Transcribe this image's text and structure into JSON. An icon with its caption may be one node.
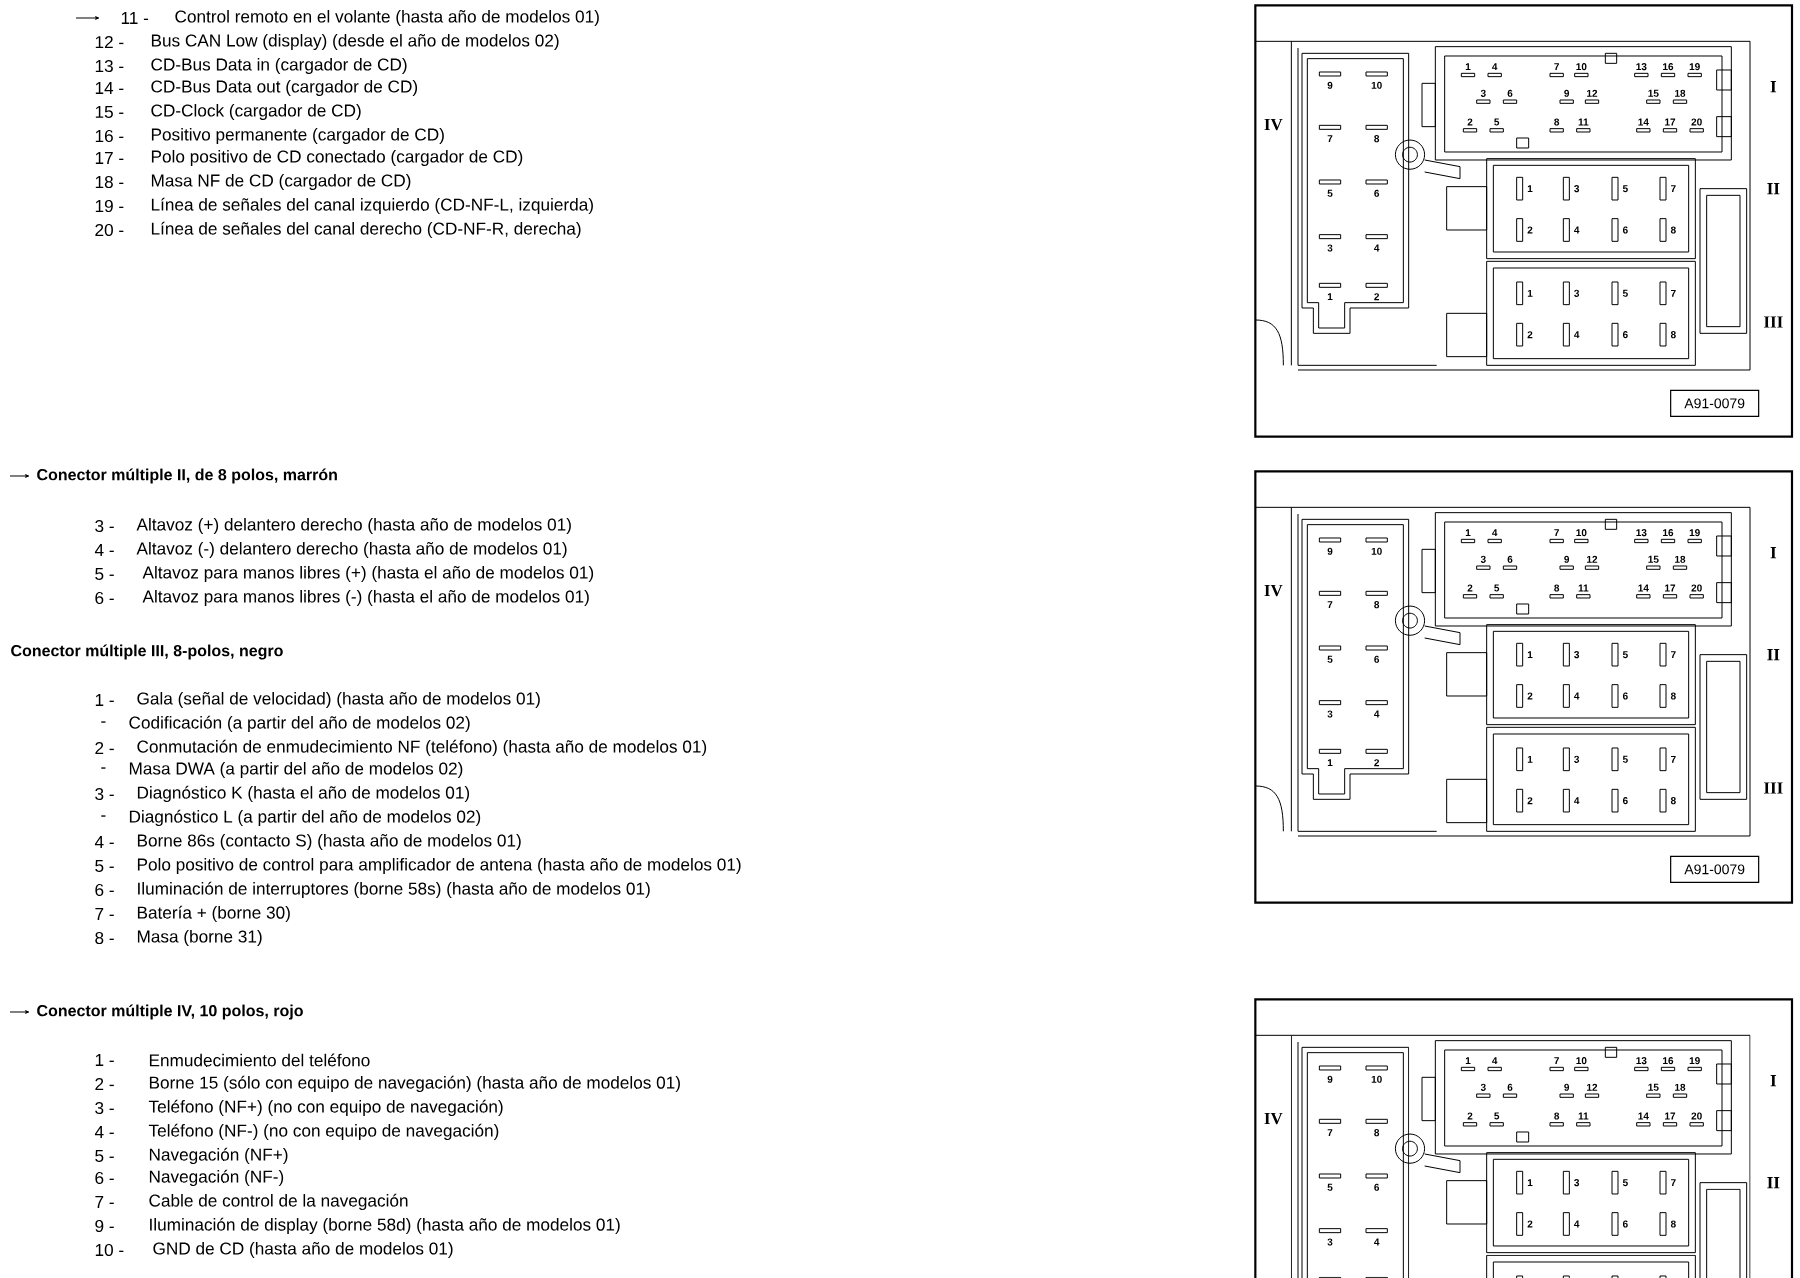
{
  "diagram": {
    "nodes": [
      {
        "text": [
          "A91-0079"
        ]
      },
      {
        "text": [
          "A91-0079"
        ]
      }
    ],
    "labels": [
      "11 -",
      "Control remoto en el volante (hasta año de modelos 01)",
      "12 -",
      "Bus CAN Low (display) (desde el año de modelos 02)",
      "13 -",
      "CD-Bus Data in (cargador de CD)",
      "14 -",
      "CD-Bus Data out (cargador de CD)",
      "15 -",
      "CD-Clock (cargador de CD)",
      "16 -",
      "Positivo permanente (cargador de CD)",
      "17 -",
      "Polo positivo de CD conectado (cargador de CD)",
      "18 -",
      "Masa NF de CD (cargador de CD)",
      "19 -",
      "Línea de señales del canal izquierdo (CD-NF-L, izquierda)",
      "20 -",
      "Línea de señales del canal derecho (CD-NF-R, derecha)",
      "Conector múltiple II, de 8 polos, marrón",
      "3 -",
      "Altavoz (+) delantero derecho (hasta año de modelos 01)",
      "4 -",
      "Altavoz (-) delantero derecho (hasta año de modelos 01)",
      "5 -",
      "Altavoz para manos libres (+) (hasta el año de modelos 01)",
      "6 -",
      "Altavoz para manos libres (-) (hasta el año de modelos 01)",
      "Conector múltiple III, 8-polos, negro",
      "1 -",
      "Gala (señal de velocidad) (hasta año de modelos 01)",
      "-",
      "Codificación (a partir del año de modelos 02)",
      "2 -",
      "Conmutación de enmudecimiento NF (teléfono) (hasta año de modelos 01)",
      "-",
      "Masa DWA (a partir del año de modelos 02)",
      "3 -",
      "Diagnóstico K (hasta el año de modelos 01)",
      "-",
      "Diagnóstico L (a partir del año de modelos 02)",
      "4 -",
      "Borne 86s (contacto S) (hasta año de modelos 01)",
      "5 -",
      "Polo positivo de control para amplificador de antena (hasta año de modelos 01)",
      "6 -",
      "Iluminación de interruptores (borne 58s) (hasta año de modelos 01)",
      "7 -",
      "Batería + (borne 30)",
      "8 -",
      "Masa (borne 31)",
      "Conector múltiple IV, 10 polos, rojo",
      "1 -",
      "Enmudecimiento del teléfono",
      "2 -",
      "Borne 15 (sólo con equipo de navegación) (hasta año de modelos 01)",
      "3 -",
      "Teléfono (NF+) (no con equipo de navegación)",
      "4 -",
      "Teléfono (NF-) (no con equipo de navegación)",
      "5 -",
      "Navegación (NF+)",
      "6 -",
      "Navegación (NF-)",
      "7 -",
      "Cable de control de la navegación",
      "9 -",
      "Iluminación de display (borne 58d) (hasta año de modelos 01)",
      "10 -",
      "GND de CD (hasta año de modelos 01)",
      "1",
      "4",
      "7",
      "10",
      "13",
      "16",
      "19",
      "3",
      "6",
      "9",
      "12",
      "15",
      "18",
      "2",
      "5",
      "8",
      "11",
      "14",
      "17",
      "20",
      "I",
      "9",
      "10",
      "7",
      "8",
      "5",
      "6",
      "3",
      "4",
      "1",
      "2",
      "IV",
      "1",
      "3",
      "5",
      "7",
      "2",
      "4",
      "6",
      "8",
      "II",
      "1",
      "3",
      "5",
      "7",
      "2",
      "4",
      "6",
      "8",
      "III",
      "1",
      "4",
      "7",
      "10",
      "13",
      "16",
      "19",
      "3",
      "6",
      "9",
      "12",
      "15",
      "18",
      "2",
      "5",
      "8",
      "11",
      "14",
      "17",
      "20",
      "I",
      "9",
      "10",
      "7",
      "8",
      "5",
      "6",
      "3",
      "4",
      "1",
      "2",
      "IV",
      "1",
      "3",
      "5",
      "7",
      "2",
      "4",
      "6",
      "8",
      "II",
      "1",
      "3",
      "5",
      "7",
      "2",
      "4",
      "6",
      "8",
      "III",
      "1",
      "4",
      "7",
      "10",
      "13",
      "16",
      "19",
      "3",
      "6",
      "9",
      "12",
      "15",
      "18",
      "2",
      "5",
      "8",
      "11",
      "14",
      "17",
      "20",
      "I",
      "9",
      "10",
      "7",
      "8",
      "5",
      "6",
      "3",
      "4",
      "IV",
      "1",
      "3",
      "5",
      "7",
      "2",
      "4",
      "6",
      "8",
      "II"
    ]
  }
}
